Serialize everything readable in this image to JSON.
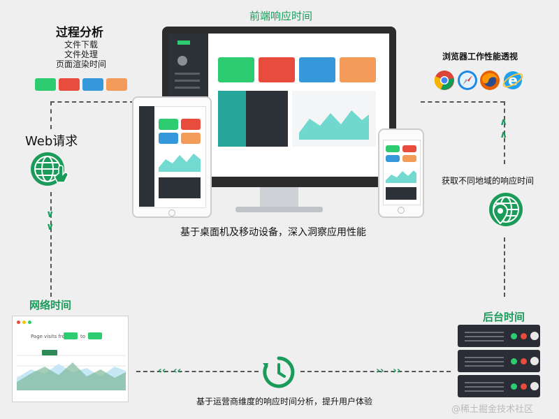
{
  "center_title": "前端响应时间",
  "left_block": {
    "title": "过程分析",
    "items": [
      "文件下载",
      "文件处理",
      "页面渲染时间"
    ]
  },
  "web_request": "Web请求",
  "network_time": "网络时间",
  "devices_caption": "基于桌面机及移动设备，深入洞察应用性能",
  "browser_perf": "浏览器工作性能透视",
  "region_time": "获取不同地域的响应时间",
  "backend_time": "后台时间",
  "bottom_caption": "基于运营商维度的响应时间分析，提升用户体验",
  "watermark": "@稀土掘金技术社区",
  "network_chart": {
    "title_prefix": "Page visits from",
    "to_word": "to"
  },
  "colors": {
    "accent_green": "#1a9b5a",
    "card_green": "#2ecc71",
    "card_red": "#e74c3c",
    "card_blue": "#3498db",
    "card_orange": "#f39c5a",
    "server_dark": "#2b2d36"
  },
  "icons": [
    "globe-hand-icon",
    "globe-pin-icon",
    "clock-refresh-icon",
    "chrome-icon",
    "safari-icon",
    "firefox-icon",
    "ie-icon",
    "server-icon"
  ]
}
